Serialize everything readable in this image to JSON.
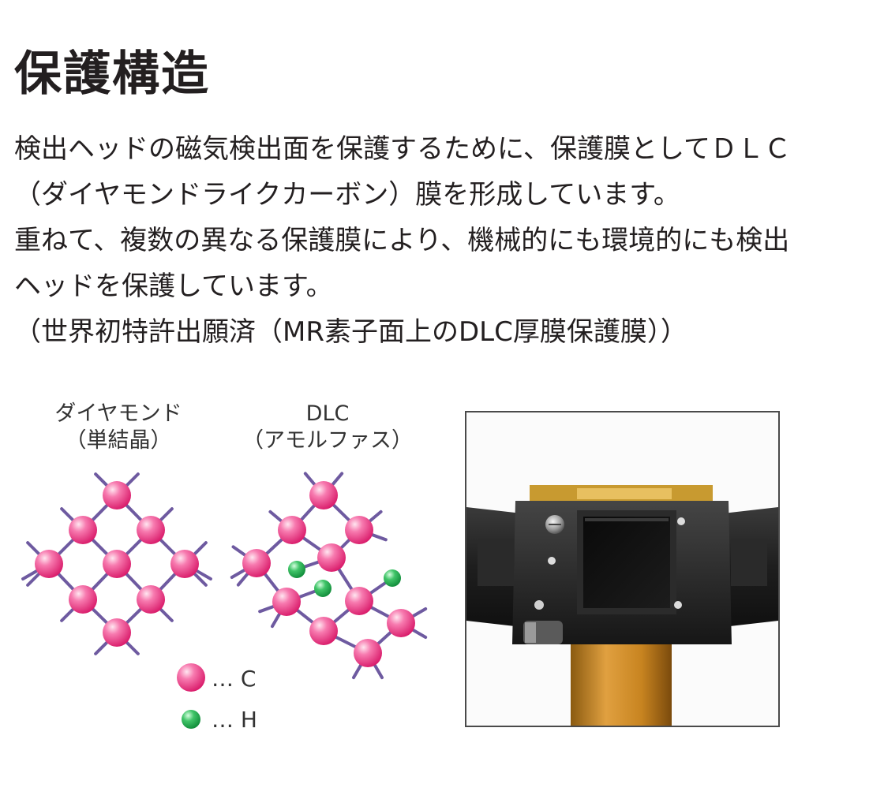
{
  "title": "保護構造",
  "body_lines": [
    "検出ヘッドの磁気検出面を保護するために、保護膜としてＤＬＣ",
    "（ダイヤモンドライクカーボン）膜を形成しています。",
    "重ねて、複数の異なる保護膜により、機械的にも環境的にも検出",
    "ヘッドを保護しています。",
    "（世界初特許出願済（MR素子面上のDLC厚膜保護膜））"
  ],
  "captions": {
    "diamond": [
      "ダイヤモンド",
      "（単結晶）"
    ],
    "dlc": [
      "DLC",
      "（アモルファス）"
    ]
  },
  "legend": {
    "carbon": "… C",
    "hydrogen": "… H"
  },
  "colors": {
    "carbon": "#e8307a",
    "hydrogen": "#1aa84a",
    "bond": "#6e5aa0",
    "text": "#231f20"
  }
}
